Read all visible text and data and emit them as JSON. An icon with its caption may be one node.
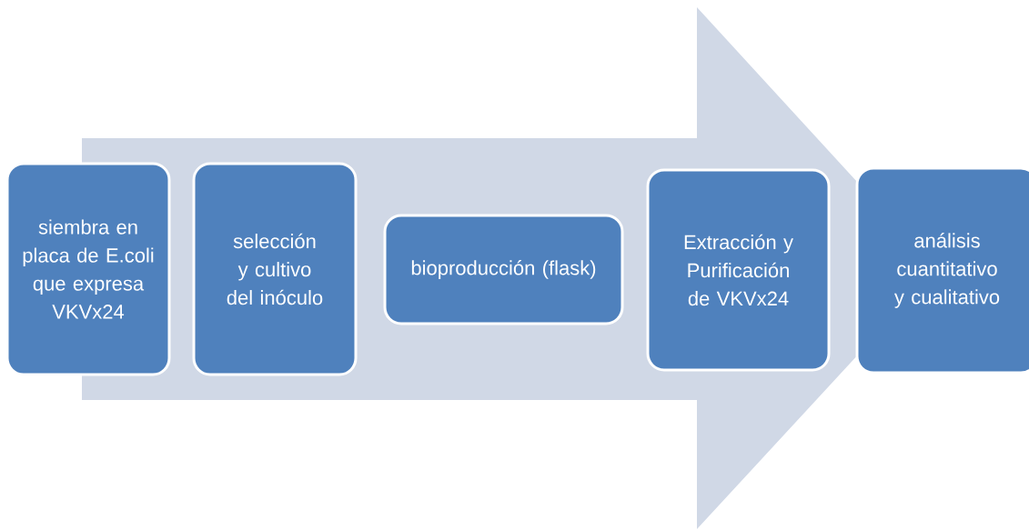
{
  "diagram": {
    "nodes": [
      {
        "text": [
          "siembra en placa de E.coli que expresa VKVx24"
        ]
      },
      {
        "text": [
          "selección y cultivo del inóculo"
        ]
      },
      {
        "text": [
          "bioproducción (flask)"
        ]
      },
      {
        "text": [
          "Extracción y Purificación de VKVx24"
        ]
      },
      {
        "text": [
          "análisis cuantitativo y cualitativo"
        ]
      }
    ],
    "edges": [
      {
        "from": 0,
        "to": 4,
        "arrow": "to"
      }
    ]
  }
}
